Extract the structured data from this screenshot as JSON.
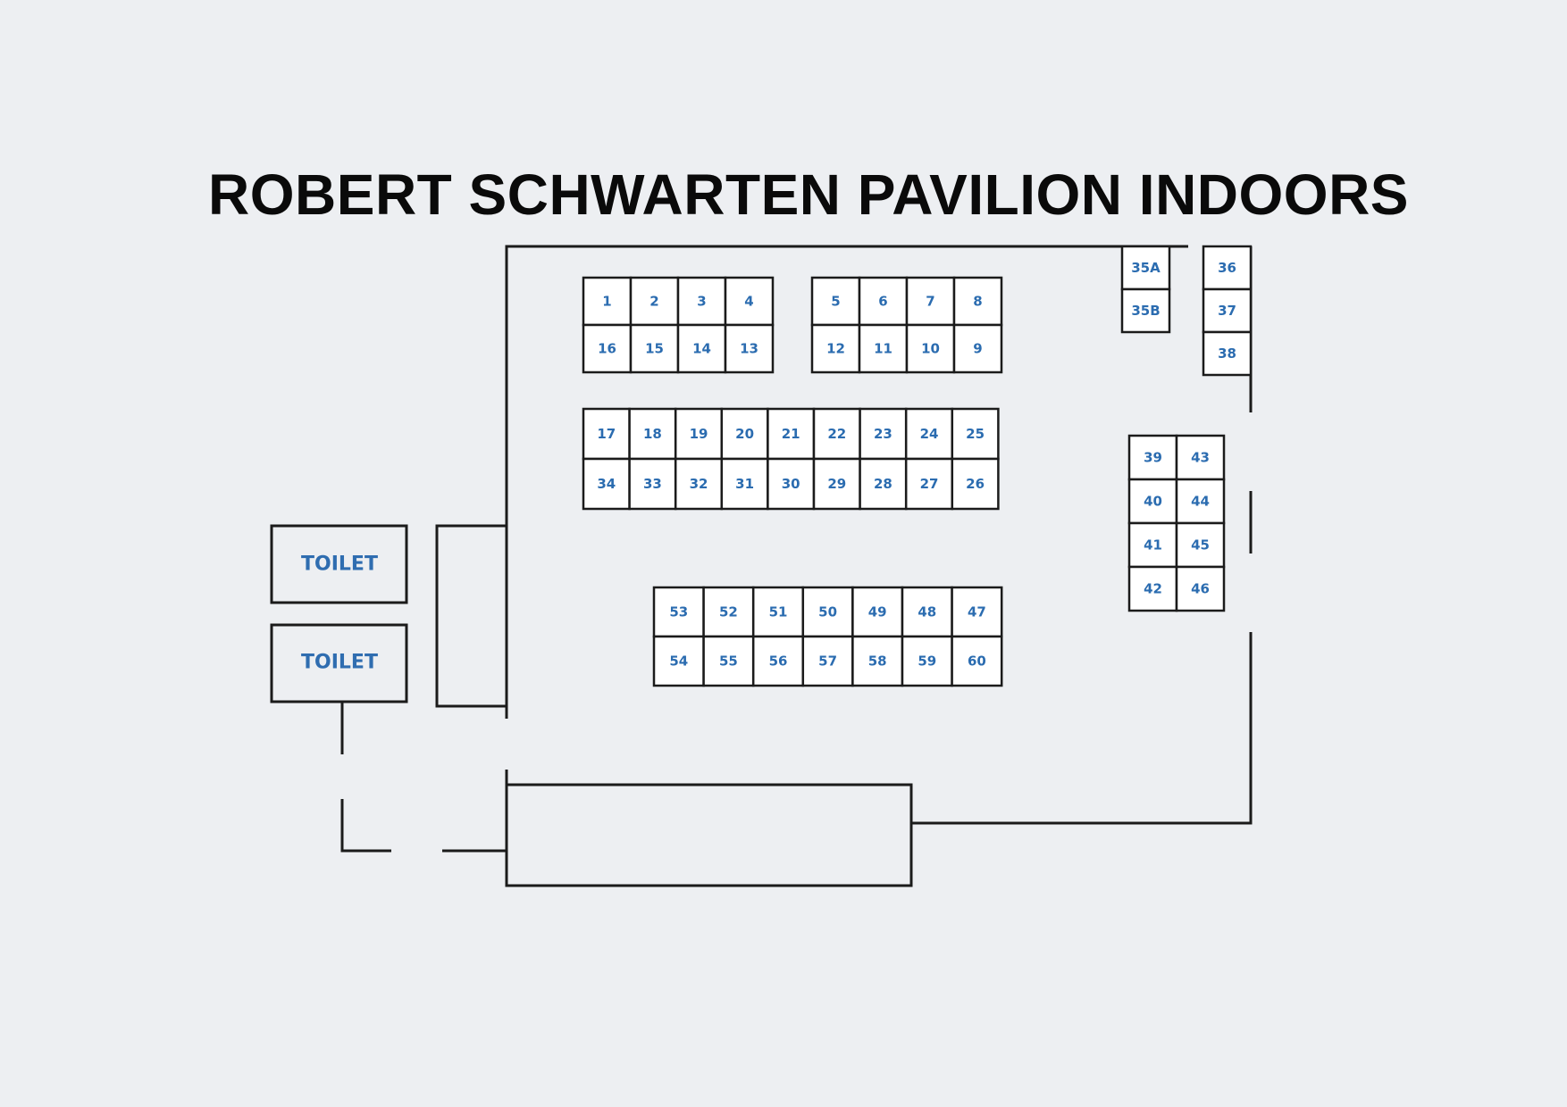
{
  "title": "ROBERT SCHWARTEN PAVILION INDOORS",
  "toilets": [
    "TOILET",
    "TOILET"
  ],
  "stalls": [
    "1",
    "2",
    "3",
    "4",
    "5",
    "6",
    "7",
    "8",
    "9",
    "10",
    "11",
    "12",
    "13",
    "14",
    "15",
    "16",
    "17",
    "18",
    "19",
    "20",
    "21",
    "22",
    "23",
    "24",
    "25",
    "26",
    "27",
    "28",
    "29",
    "30",
    "31",
    "32",
    "33",
    "34",
    "35A",
    "35B",
    "36",
    "37",
    "38",
    "39",
    "40",
    "41",
    "42",
    "43",
    "44",
    "45",
    "46",
    "47",
    "48",
    "49",
    "50",
    "51",
    "52",
    "53",
    "54",
    "55",
    "56",
    "57",
    "58",
    "59",
    "60"
  ],
  "colors": {
    "background": "#edeff2",
    "stall_label": "#2b6cb0",
    "wall": "#1b1b1b"
  }
}
